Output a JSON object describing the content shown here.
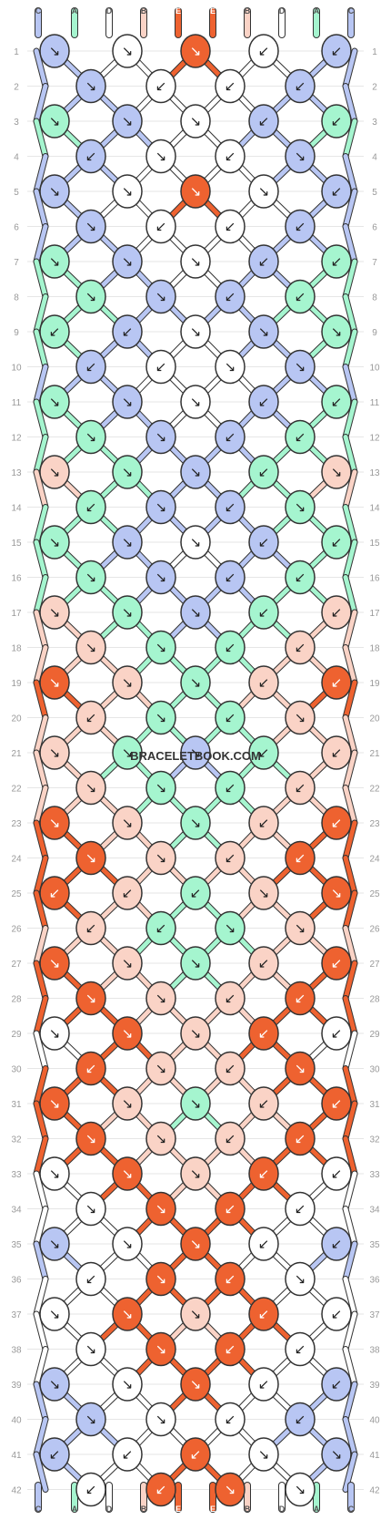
{
  "watermark": "BRACELETBOOK.COM",
  "strand_colors": {
    "C": "#b8c6f3",
    "A": "#a5f5cf",
    "D": "#ffffff",
    "B": "#fad3c6",
    "E": "#ee6230"
  },
  "strands_top": [
    "C",
    "A",
    "D",
    "B",
    "E",
    "E",
    "B",
    "D",
    "A",
    "C"
  ],
  "strands_bottom": [
    "C",
    "A",
    "D",
    "B",
    "E",
    "E",
    "B",
    "D",
    "A",
    "C"
  ],
  "row_numbers": [
    "1",
    "2",
    "3",
    "4",
    "5",
    "6",
    "7",
    "8",
    "9",
    "10",
    "11",
    "12",
    "13",
    "14",
    "15",
    "16",
    "17",
    "18",
    "19",
    "20",
    "21",
    "22",
    "23",
    "24",
    "25",
    "26",
    "27",
    "28",
    "29",
    "30",
    "31",
    "32",
    "33",
    "34",
    "35",
    "36",
    "37",
    "38",
    "39",
    "40",
    "41",
    "42"
  ],
  "rows": [
    [
      "C:↘",
      "D:↘",
      "E:↘",
      "D:↙",
      "C:↙"
    ],
    [
      "C:↘",
      "D:↙",
      "D:↙",
      "C:↙"
    ],
    [
      "A:↘",
      "C:↘",
      "D:↘",
      "C:↙",
      "A:↙"
    ],
    [
      "C:↙",
      "D:↘",
      "D:↙",
      "C:↘"
    ],
    [
      "C:↘",
      "D:↘",
      "E:↘",
      "D:↘",
      "C:↙"
    ],
    [
      "C:↘",
      "D:↙",
      "D:↙",
      "C:↙"
    ],
    [
      "A:↘",
      "C:↘",
      "D:↘",
      "C:↙",
      "A:↙"
    ],
    [
      "A:↘",
      "C:↘",
      "C:↙",
      "A:↙"
    ],
    [
      "A:↙",
      "C:↙",
      "D:↘",
      "C:↘",
      "A:↘"
    ],
    [
      "C:↙",
      "D:↙",
      "D:↘",
      "C:↘"
    ],
    [
      "A:↘",
      "C:↘",
      "D:↘",
      "C:↙",
      "A:↙"
    ],
    [
      "A:↘",
      "C:↘",
      "C:↙",
      "A:↙"
    ],
    [
      "B:↘",
      "A:↘",
      "C:↘",
      "A:↙",
      "B:↘"
    ],
    [
      "A:↙",
      "C:↘",
      "C:↙",
      "A:↘"
    ],
    [
      "A:↘",
      "C:↘",
      "D:↘",
      "C:↙",
      "A:↙"
    ],
    [
      "A:↘",
      "C:↘",
      "C:↙",
      "A:↙"
    ],
    [
      "B:↘",
      "A:↘",
      "C:↘",
      "A:↙",
      "B:↙"
    ],
    [
      "B:↘",
      "A:↘",
      "A:↙",
      "B:↙"
    ],
    [
      "E:↘",
      "B:↘",
      "A:↘",
      "B:↙",
      "E:↙"
    ],
    [
      "B:↙",
      "A:↘",
      "A:↙",
      "B:↘"
    ],
    [
      "B:↘",
      "A:↘",
      "C:↘",
      "A:↙",
      "B:↙"
    ],
    [
      "B:↘",
      "A:↘",
      "A:↙",
      "B:↙"
    ],
    [
      "E:↘",
      "B:↘",
      "A:↘",
      "B:↙",
      "E:↙"
    ],
    [
      "E:↘",
      "B:↘",
      "B:↙",
      "E:↙"
    ],
    [
      "E:↙",
      "B:↙",
      "A:↙",
      "B:↘",
      "E:↘"
    ],
    [
      "B:↙",
      "A:↙",
      "A:↘",
      "B:↘"
    ],
    [
      "E:↘",
      "B:↘",
      "A:↘",
      "B:↙",
      "E:↙"
    ],
    [
      "E:↘",
      "B:↘",
      "B:↙",
      "E:↙"
    ],
    [
      "D:↘",
      "E:↘",
      "B:↘",
      "E:↙",
      "D:↙"
    ],
    [
      "E:↙",
      "B:↘",
      "B:↙",
      "E:↘"
    ],
    [
      "E:↘",
      "B:↘",
      "A:↘",
      "B:↙",
      "E:↙"
    ],
    [
      "E:↘",
      "B:↘",
      "B:↙",
      "E:↙"
    ],
    [
      "D:↘",
      "E:↘",
      "B:↘",
      "E:↙",
      "D:↙"
    ],
    [
      "D:↘",
      "E:↘",
      "E:↙",
      "D:↙"
    ],
    [
      "C:↘",
      "D:↘",
      "E:↘",
      "D:↙",
      "C:↙"
    ],
    [
      "D:↙",
      "E:↘",
      "E:↙",
      "D:↘"
    ],
    [
      "D:↘",
      "E:↘",
      "B:↘",
      "E:↙",
      "D:↙"
    ],
    [
      "D:↘",
      "E:↘",
      "E:↙",
      "D:↙"
    ],
    [
      "C:↘",
      "D:↘",
      "E:↘",
      "D:↙",
      "C:↙"
    ],
    [
      "C:↘",
      "D:↘",
      "D:↙",
      "C:↙"
    ],
    [
      "C:↙",
      "D:↙",
      "E:↙",
      "D:↘",
      "C:↘"
    ],
    [
      "D:↙",
      "E:↙",
      "E:↘",
      "D:↘"
    ]
  ]
}
